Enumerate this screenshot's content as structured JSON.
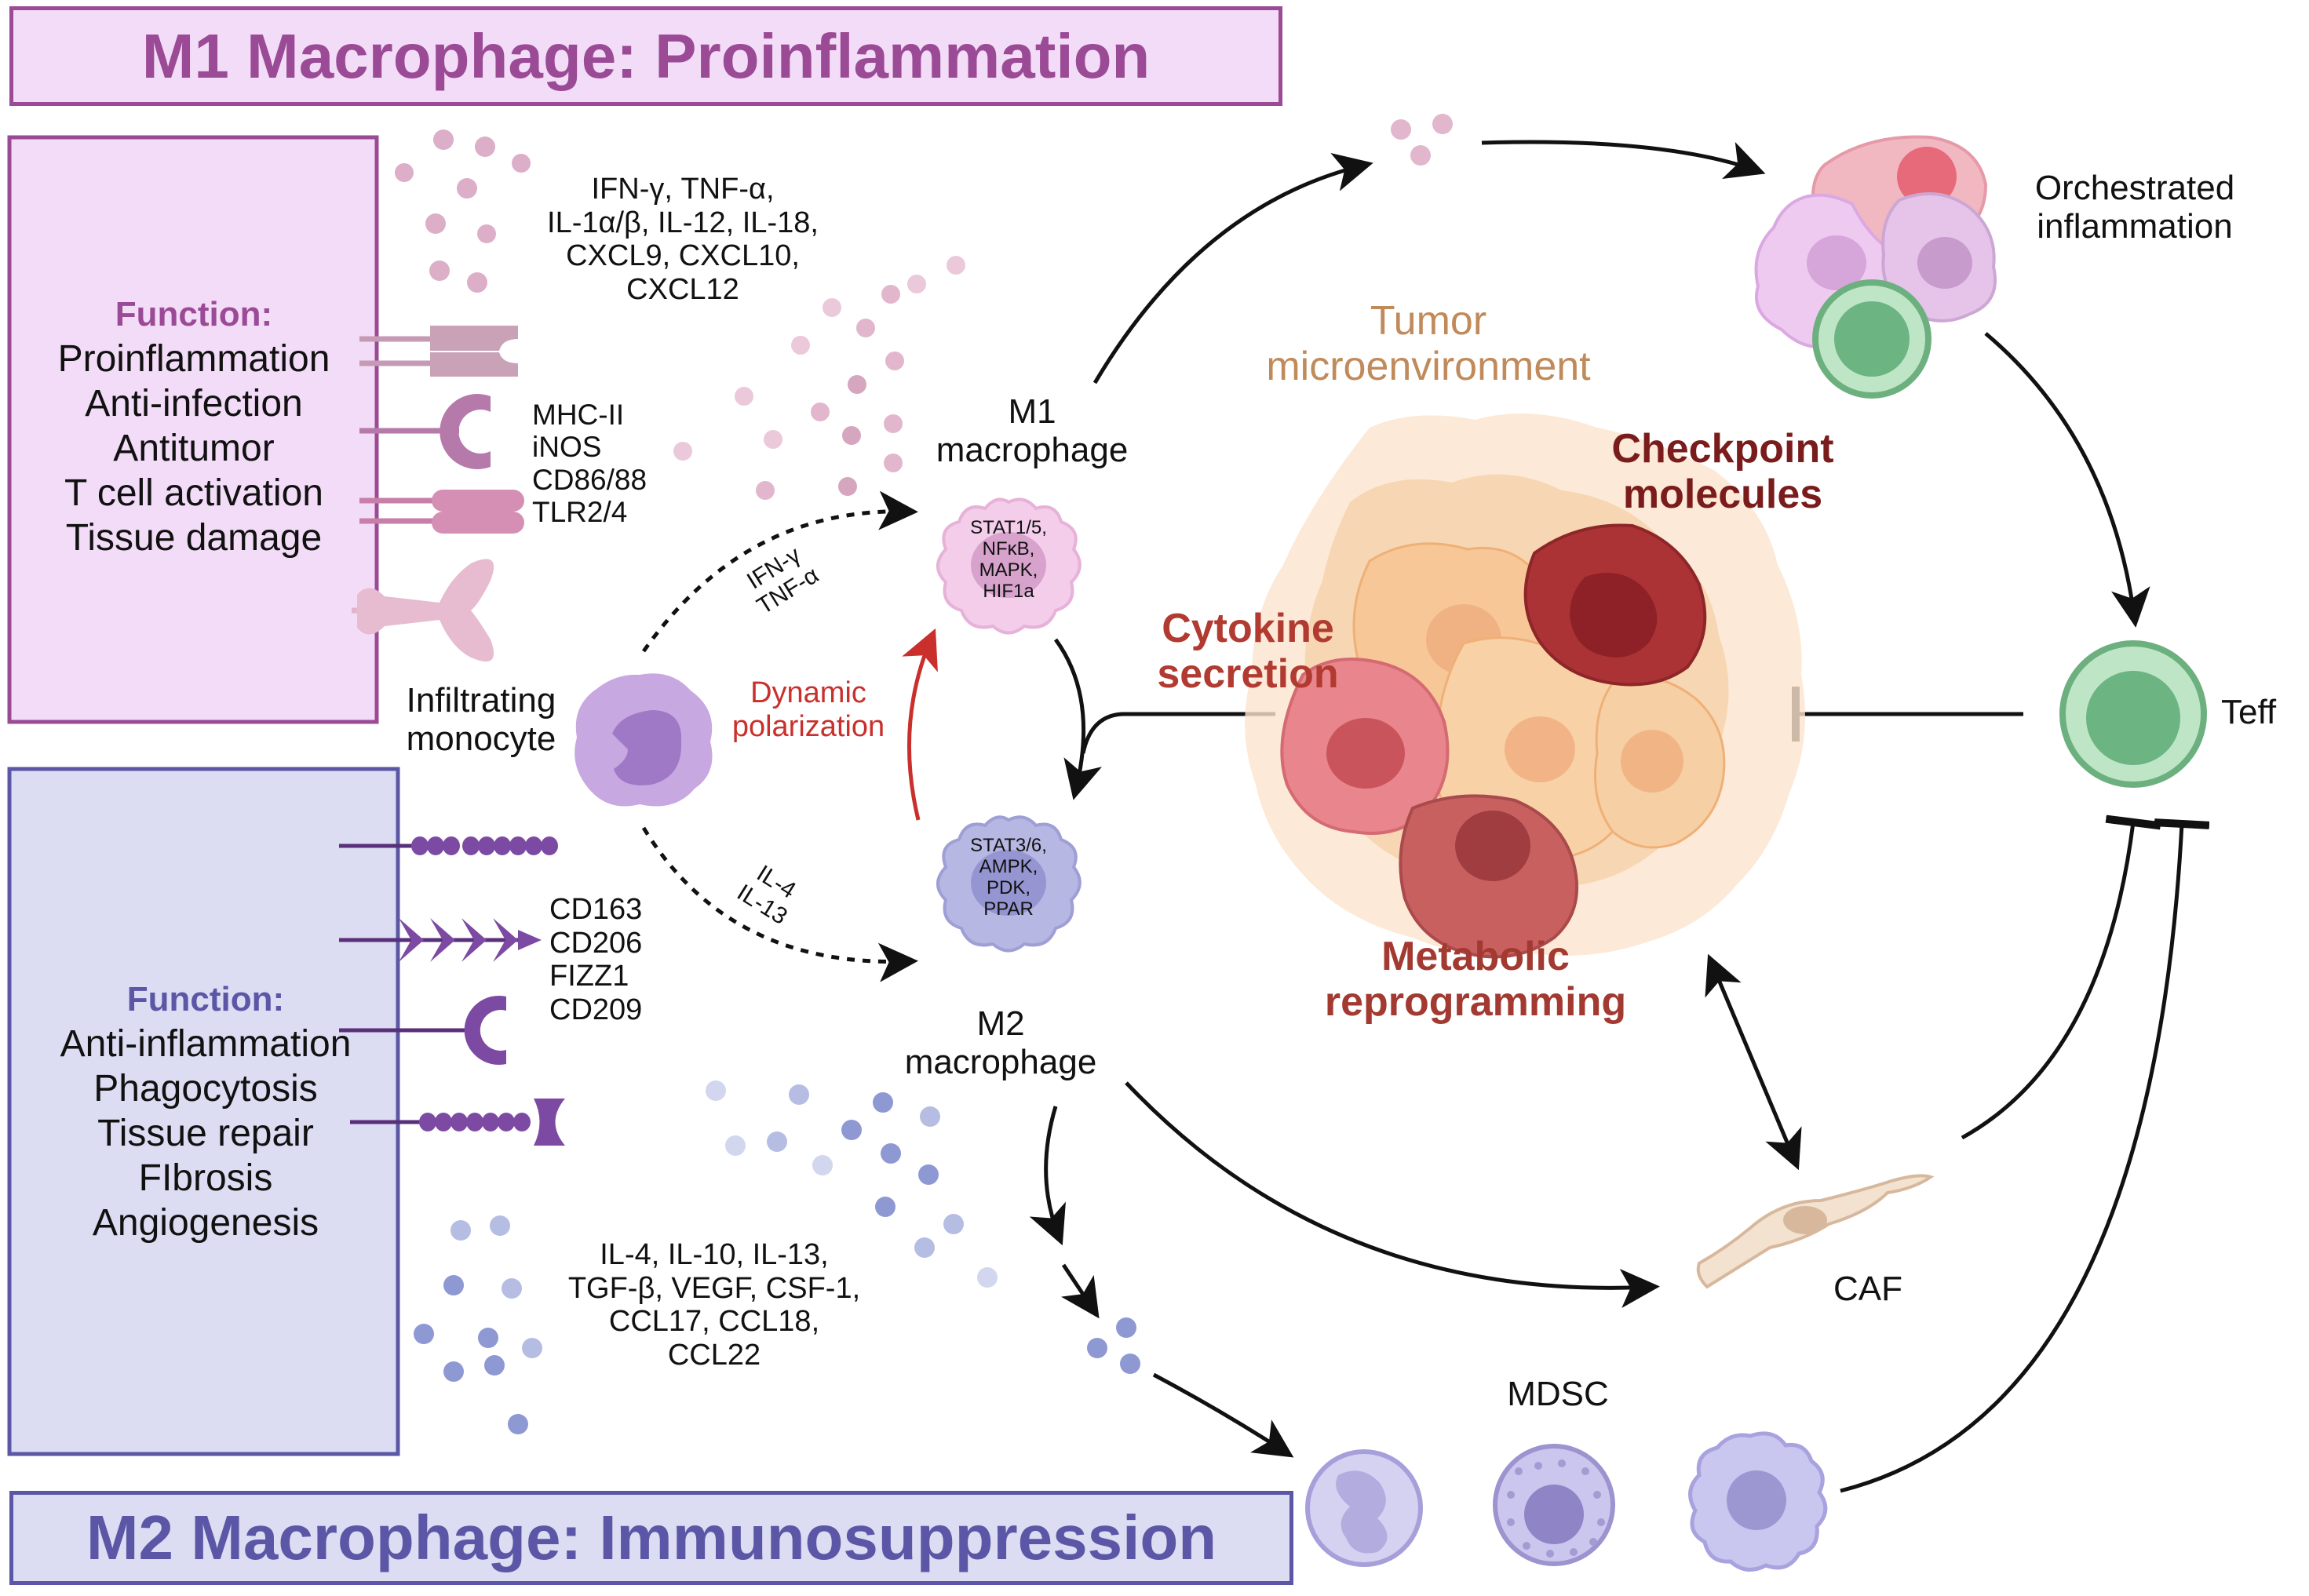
{
  "m1_banner": "M1 Macrophage: Proinflammation",
  "m2_banner": "M2 Macrophage: Immunosuppression",
  "m1_function": {
    "heading": "Function:",
    "items": [
      "Proinflammation",
      "Anti-infection",
      "Antitumor",
      "T cell activation",
      "Tissue damage"
    ]
  },
  "m2_function": {
    "heading": "Function:",
    "items": [
      "Anti-inflammation",
      "Phagocytosis",
      "Tissue repair",
      "FIbrosis",
      "Angiogenesis"
    ]
  },
  "m1_cytokines": "IFN-γ, TNF-α,\nIL-1α/β, IL-12, IL-18,\nCXCL9, CXCL10,\nCXCL12",
  "m1_markers": "MHC-II\niNOS\nCD86/88\nTLR2/4",
  "m2_markers": "CD163\nCD206\nFIZZ1\nCD209",
  "m2_cytokines": "IL-4, IL-10, IL-13,\nTGF-β, VEGF, CSF-1,\nCCL17, CCL18,\nCCL22",
  "monocyte_label": "Infiltrating\nmonocyte",
  "m1_label": "M1\nmacrophage",
  "m2_label": "M2\nmacrophage",
  "m1_pathways": "STAT1/5,\nNFκB,\nMAPK,\nHIF1a",
  "m2_pathways": "STAT3/6,\nAMPK,\nPDK,\nPPAR",
  "m1_stimuli": "IFN-γ\nTNF-α",
  "m2_stimuli": "IL-4\nIL-13",
  "dynamic_polarization": "Dynamic\npolarization",
  "tme_label": "Tumor\nmicroenvironment",
  "checkpoint_label": "Checkpoint\nmolecules",
  "cytokine_secretion_label": "Cytokine\nsecretion",
  "metabolic_label": "Metabolic\nreprogramming",
  "orchestrated_label": "Orchestrated\ninflammation",
  "teff_label": "Teff",
  "caf_label": "CAF",
  "mdsc_label": "MDSC",
  "colors": {
    "m1_border": "#9b4a96",
    "m1_fill": "#f3dcf7",
    "m1_text": "#9b4a96",
    "m2_border": "#5b57a6",
    "m2_fill": "#dcdcf2",
    "m2_text": "#5b57a6",
    "red_text": "#b13a31",
    "dark_red_text": "#7a1c1c",
    "tme_text": "#c08a5a",
    "dynamic_text": "#c9302c"
  }
}
